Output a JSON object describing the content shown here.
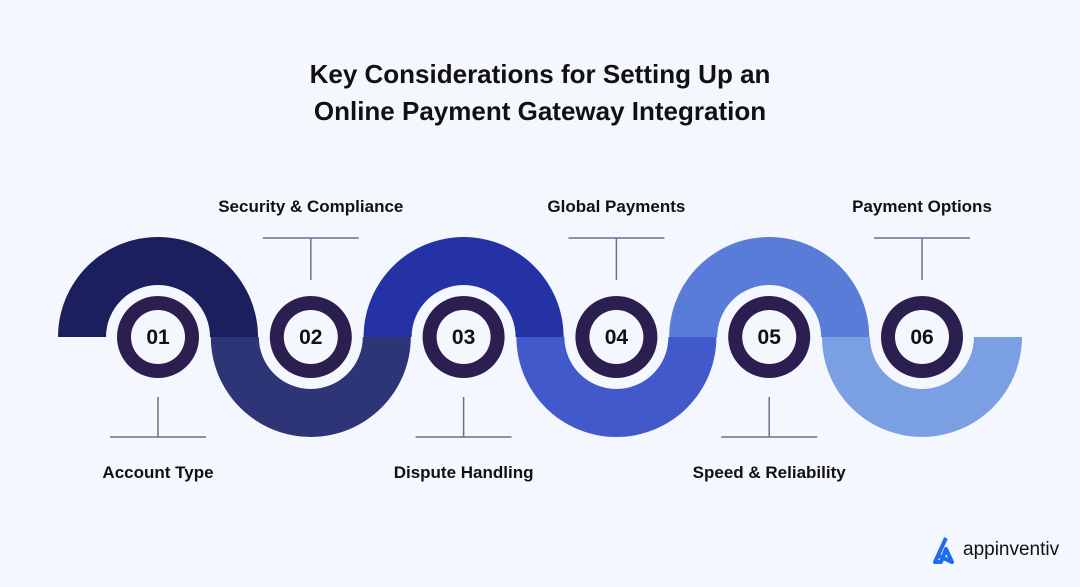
{
  "title_line1": "Key Considerations for Setting Up an",
  "title_line2": "Online Payment Gateway Integration",
  "steps": [
    {
      "number": "01",
      "label": "Account Type",
      "color": "#1b1f5e",
      "position": "bottom"
    },
    {
      "number": "02",
      "label": "Security & Compliance",
      "color": "#2e3577",
      "position": "top"
    },
    {
      "number": "03",
      "label": "Dispute Handling",
      "color": "#2432a6",
      "position": "bottom"
    },
    {
      "number": "04",
      "label": "Global Payments",
      "color": "#4259cc",
      "position": "top"
    },
    {
      "number": "05",
      "label": "Speed & Reliability",
      "color": "#5a7cd9",
      "position": "bottom"
    },
    {
      "number": "06",
      "label": "Payment Options",
      "color": "#7a9fe2",
      "position": "top"
    }
  ],
  "logo": {
    "text": "appinventiv",
    "color": "#1f6bf0"
  }
}
